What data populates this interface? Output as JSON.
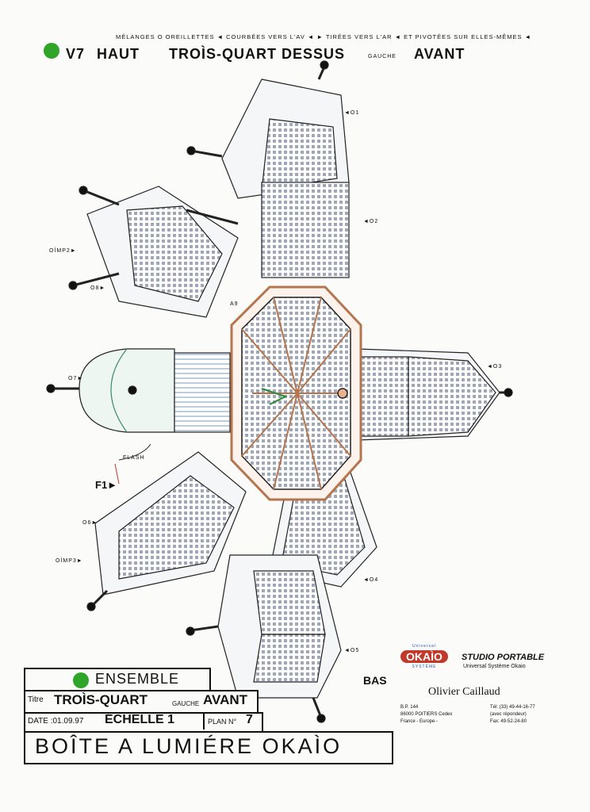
{
  "header": {
    "note": "MÉLANGES  O OREILLETTES ◄ COURBÉES  VERS  L'AV ◄ ► TIRÉES  VERS L'AR ◄  ET  PIVOTÉES  SUR  ELLES-MÊMES ◄",
    "view_code": "V7",
    "view_haut": "HAUT",
    "view_title": "TROÌS-QUART  DESSUS",
    "view_gauche": "GAUCHE",
    "view_avant": "AVANT"
  },
  "labels": {
    "o1": "◄O1",
    "o2": "◄O2",
    "o3": "◄O3",
    "o4": "◄O4",
    "o5": "◄O5",
    "oimp2": "OÌMP2►",
    "o8": "O8►",
    "a9": "A9",
    "o7": "O7►",
    "flash": "FLASH",
    "f1": "F1►",
    "o6": "O6►",
    "oimp3": "OÌMP3►",
    "bas": "BAS"
  },
  "brand": {
    "logo_top": "Universal",
    "logo_main": "OKAÌO",
    "logo_bottom": "SYSTÈME",
    "studio": "STUDIO PORTABLE",
    "studio_sub": "Universal Système Okaio",
    "author": "Olivier Caillaud",
    "address_1": "B.P. 144",
    "address_2": "86000 POITIERS Cedex",
    "address_3": "France  -  Europe  -",
    "phone_1": "Tél: (33) 49-44-16-77",
    "phone_2": "(avec répondeur)",
    "fax": "Fax: 49-52-24-80"
  },
  "title_block": {
    "ensemble": "ENSEMBLE",
    "titre_label": "Titre",
    "titre_main": "TROÌS-QUART",
    "titre_gauche": "GAUCHE",
    "titre_avant": "AVANT",
    "date": "DATE :01.09.97",
    "echelle": "ÉCHELLE 1",
    "plan_label": "PLAN N°",
    "plan_num": "7",
    "boite": "BOÎTE  A  LUMIÉRE  OKAÌO"
  },
  "colors": {
    "accent_green": "#2fa52a",
    "ink": "#111111",
    "brand_red": "#c0392b",
    "brand_blue": "#2b4fa8"
  }
}
